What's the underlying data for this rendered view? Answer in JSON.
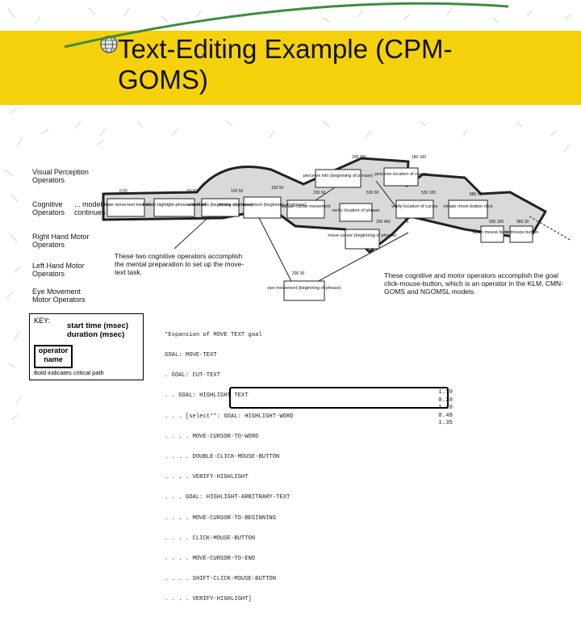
{
  "slide": {
    "title": "Text-Editing Example (CPM-GOMS)"
  },
  "lanes": [
    {
      "label": "Visual Perception Operators"
    },
    {
      "label": "Cognitive Operators"
    },
    {
      "label": "Right Hand Motor Operators"
    },
    {
      "label": "Left Hand Motor Operators"
    },
    {
      "label": "Eye Movement Motor Operators"
    }
  ],
  "model_continues": "... model continues",
  "operators": {
    "initiate_move_text": "initiate move-text method",
    "initiate_highlight": "initiate highlight-phrase method",
    "attend_info": "attend info (beginning of phrase)",
    "initiate_eye": "initiate eye movement (beginning of phrase)",
    "initiate_cursor": "initiate cursor movement",
    "perceive_info": "perceive info (beginning of phrase)",
    "perceive_location": "perceive location of cursor",
    "verify_location1": "verify location of phrase",
    "verify_location2": "verify location of cursor",
    "initiate_mouse": "initiate move-button click",
    "move_cursor": "move cursor (beginning of phrase)",
    "eye_movement": "eye movement (beginning of phrase)",
    "down": "down mouse button",
    "up": "up mouse button"
  },
  "numbers": {
    "n0_50": "0 50",
    "n50_50": "50 50",
    "n100_50": "100 50",
    "n150_50": "150 50",
    "n200_250": "200 250",
    "n180_100": "180 100",
    "n230_50": "230 50",
    "n530_50": "530 50",
    "n530_100": "530 100",
    "n250_400": "250 400",
    "n880_50": "880 50",
    "n930_100": "930 100",
    "n980_30": "980 30",
    "n200_30": "200 30"
  },
  "notes": {
    "left": "These two cognitive operators accomplish the mental preparation to set up the move-text task.",
    "right": "These cognitive and motor operators accomplish the goal click-mouse-button, which is an operator in the KLM, CMN-GOMS and NGOMSL models."
  },
  "key": {
    "label": "KEY:",
    "start_time": "start time (msec)",
    "duration": "duration (msec)",
    "op_line1": "operator",
    "op_line2": "name",
    "bold_note": "Bold indicates critical path"
  },
  "code_lines": [
    "*Expansion of MOVE TEXT goal",
    "GOAL: MOVE-TEXT",
    ". GOAL: CUT-TEXT",
    ". . GOAL: HIGHLIGHT TEXT",
    ". . . [select**: GOAL: HIGHLIGHT-WORD",
    ". . . . MOVE-CURSOR-TO-WORD",
    ". . . . DOUBLE-CLICK-MOUSE-BUTTON",
    ". . . . VERIFY-HIGHLIGHT",
    ". . . GOAL: HIGHLIGHT-ARBITRARY-TEXT",
    ". . . . MOVE-CURSOR-TO-BEGINNING",
    ". . . . CLICK-MOUSE-BUTTON",
    ". . . . MOVE-CURSOR-TO-END",
    ". . . . SHIFT-CLICK-MOUSE-BUTTON",
    ". . . . VERIFY-HIGHLIGHT]"
  ],
  "times": [
    "1.10",
    "0.20",
    "1.10",
    "0.48",
    "1.35"
  ],
  "colors": {
    "title_band": "#f5d10c",
    "pattern": "#d6d9cf"
  }
}
